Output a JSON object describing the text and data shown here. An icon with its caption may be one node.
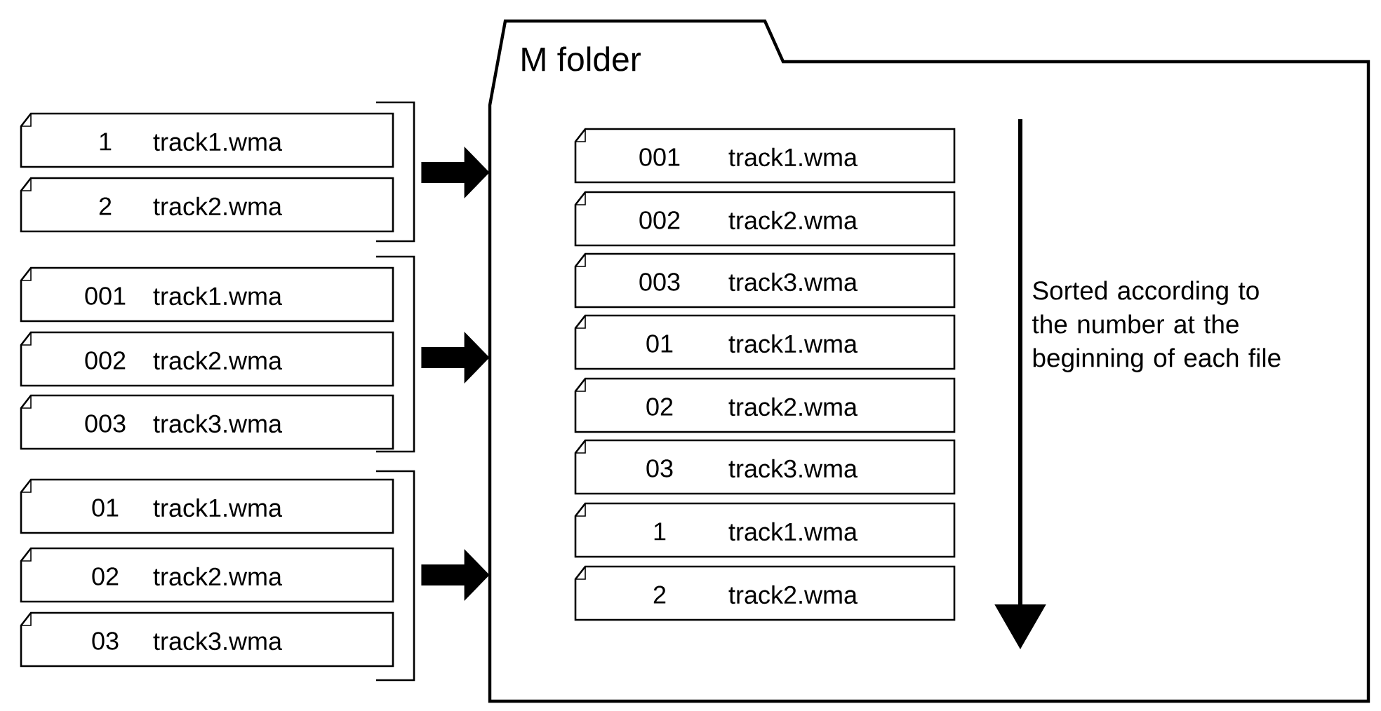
{
  "diagram": {
    "nodes": [
      {
        "text": [
          "1",
          "track1.wma"
        ]
      },
      {
        "text": [
          "2",
          "track2.wma"
        ]
      },
      {
        "text": [
          "001",
          "track1.wma"
        ]
      },
      {
        "text": [
          "002",
          "track2.wma"
        ]
      },
      {
        "text": [
          "003",
          "track3.wma"
        ]
      },
      {
        "text": [
          "01",
          "track1.wma"
        ]
      },
      {
        "text": [
          "02",
          "track2.wma"
        ]
      },
      {
        "text": [
          "03",
          "track3.wma"
        ]
      },
      {
        "text": [
          "M folder"
        ]
      },
      {
        "text": [
          "001",
          "track1.wma"
        ],
        "in": 8
      },
      {
        "text": [
          "002",
          "track2.wma"
        ],
        "in": 8
      },
      {
        "text": [
          "003",
          "track3.wma"
        ],
        "in": 8
      },
      {
        "text": [
          "01",
          "track1.wma"
        ],
        "in": 8
      },
      {
        "text": [
          "02",
          "track2.wma"
        ],
        "in": 8
      },
      {
        "text": [
          "03",
          "track3.wma"
        ],
        "in": 8
      },
      {
        "text": [
          "1",
          "track1.wma"
        ],
        "in": 8
      },
      {
        "text": [
          "2",
          "track2.wma"
        ],
        "in": 8
      },
      {
        "text": [],
        "shape": "bracket"
      },
      {
        "text": [],
        "shape": "bracket"
      },
      {
        "text": [],
        "shape": "bracket"
      }
    ],
    "edges": [
      {
        "from": 17,
        "to": 8,
        "arrow": "to"
      },
      {
        "from": 18,
        "to": 8,
        "arrow": "to"
      },
      {
        "from": 19,
        "to": 8,
        "arrow": "to"
      }
    ],
    "labels": [
      "Sorted according to the number at the beginning of each file"
    ]
  }
}
